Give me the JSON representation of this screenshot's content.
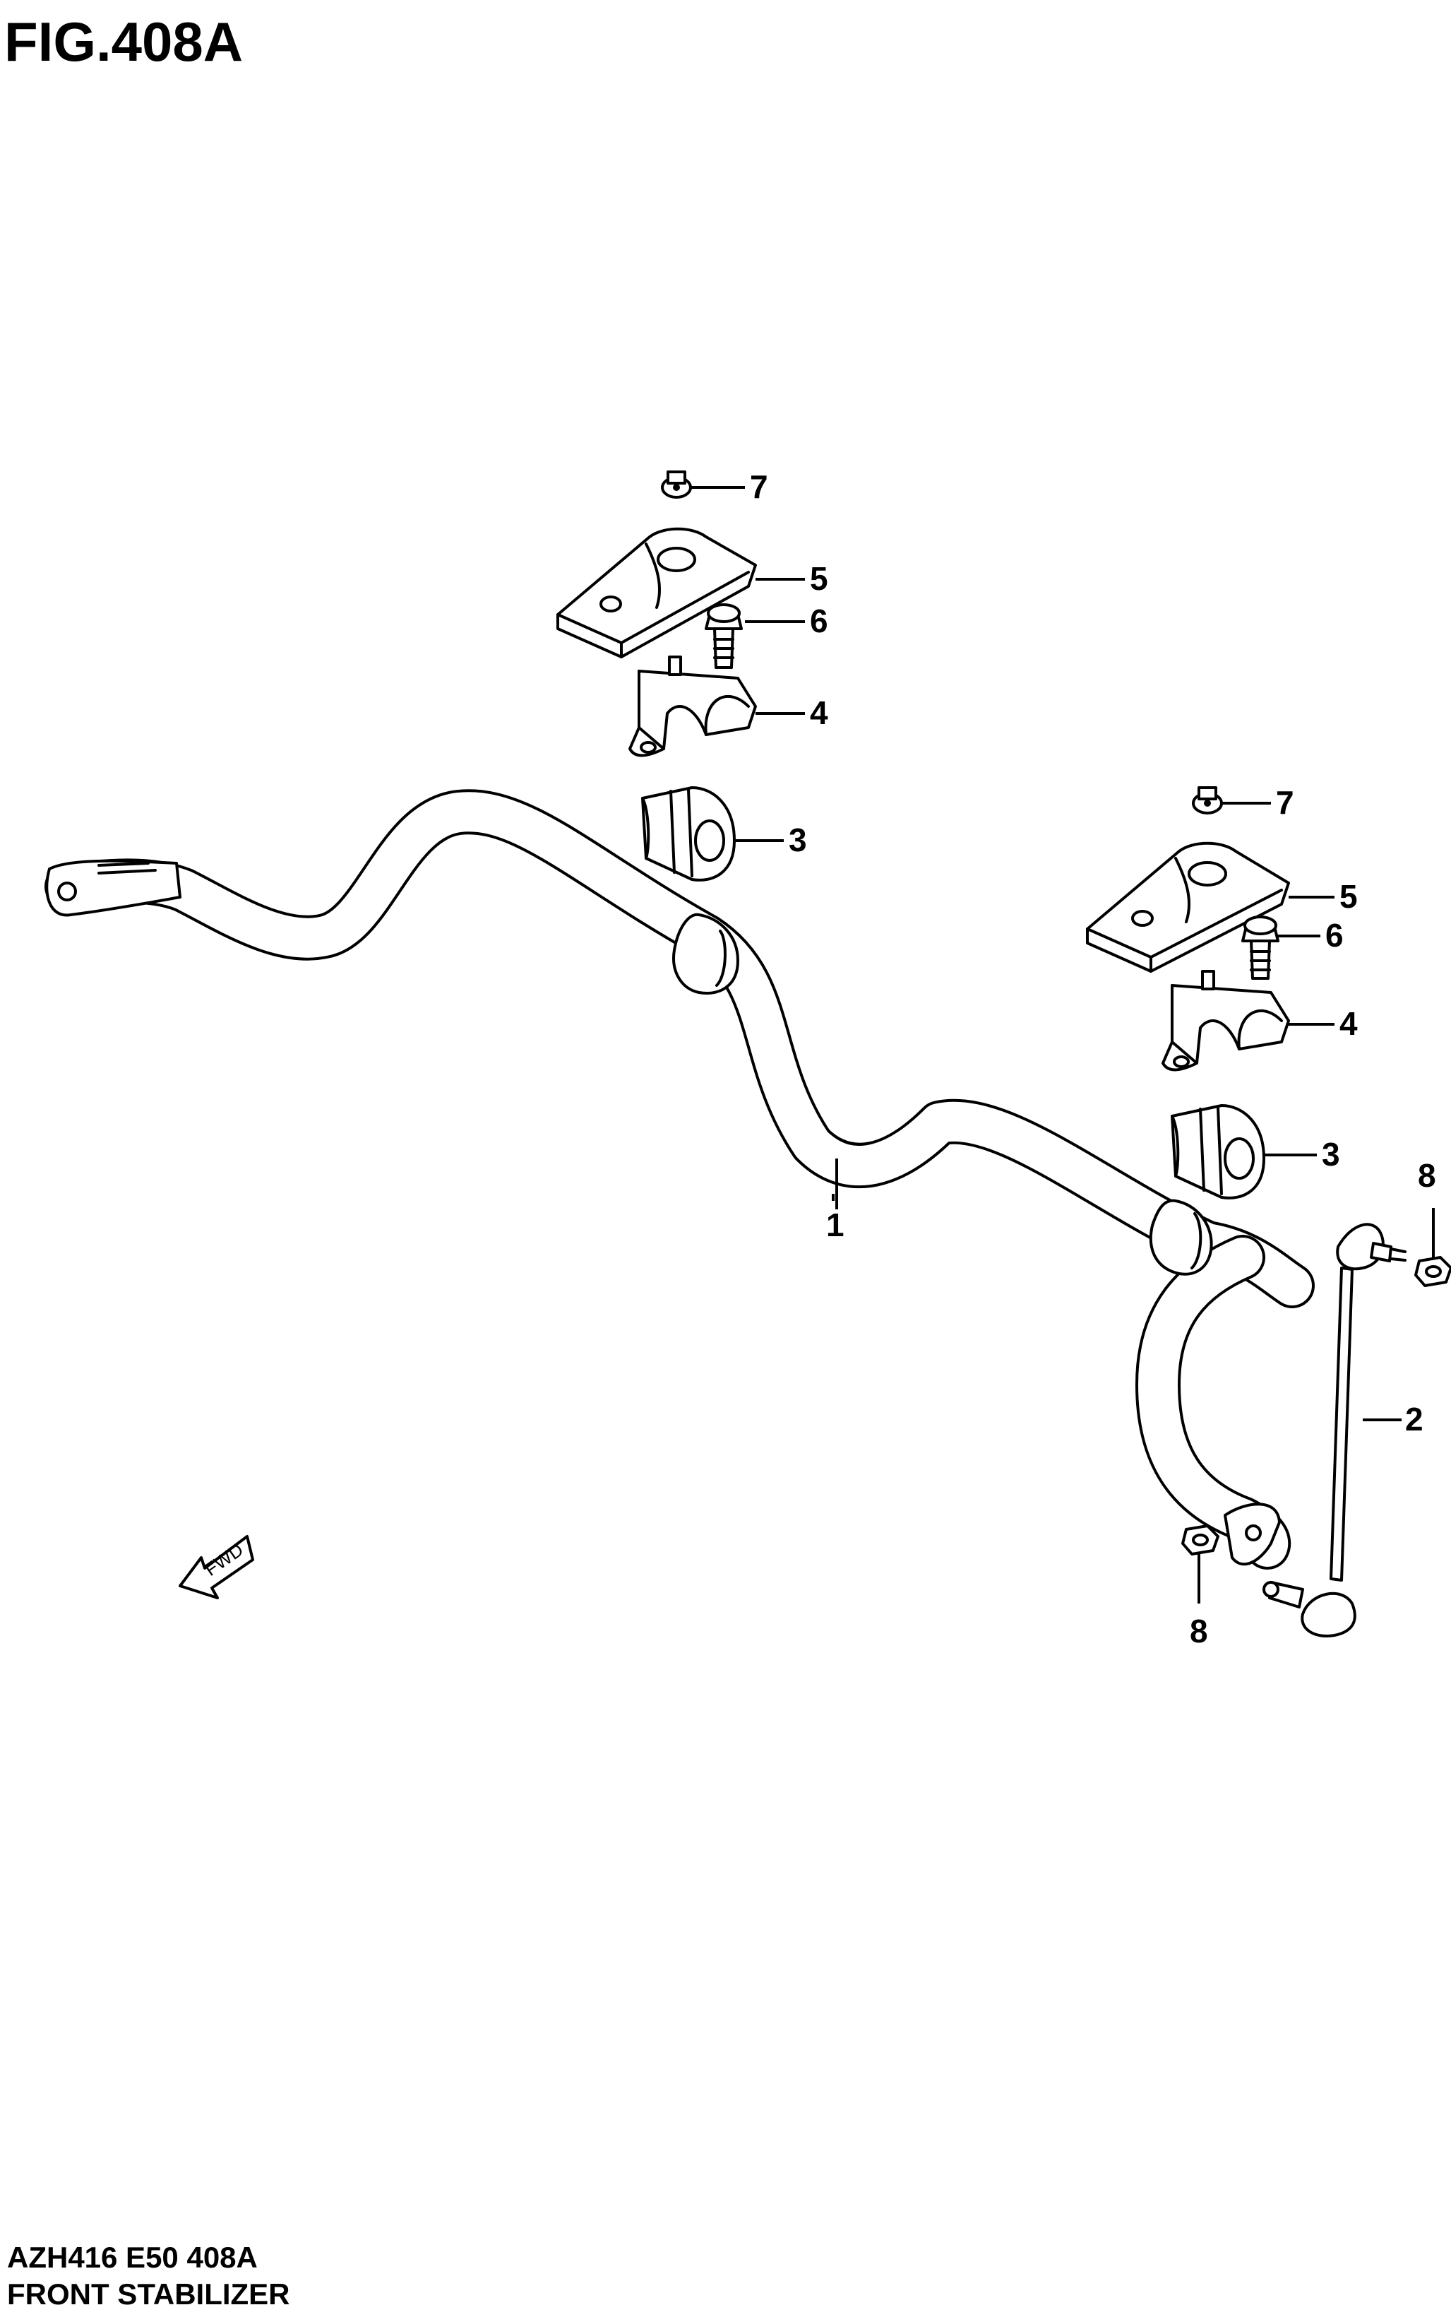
{
  "figure": {
    "title": "FIG.408A"
  },
  "footer": {
    "model_code": "AZH416 E50 408A",
    "section_name": "FRONT STABILIZER"
  },
  "direction_arrow": {
    "label": "FWD"
  },
  "callouts": {
    "c1": "1",
    "c2": "2",
    "c3a": "3",
    "c3b": "3",
    "c4a": "4",
    "c4b": "4",
    "c5a": "5",
    "c5b": "5",
    "c6a": "6",
    "c6b": "6",
    "c7a": "7",
    "c7b": "7",
    "c8a": "8",
    "c8b": "8"
  }
}
